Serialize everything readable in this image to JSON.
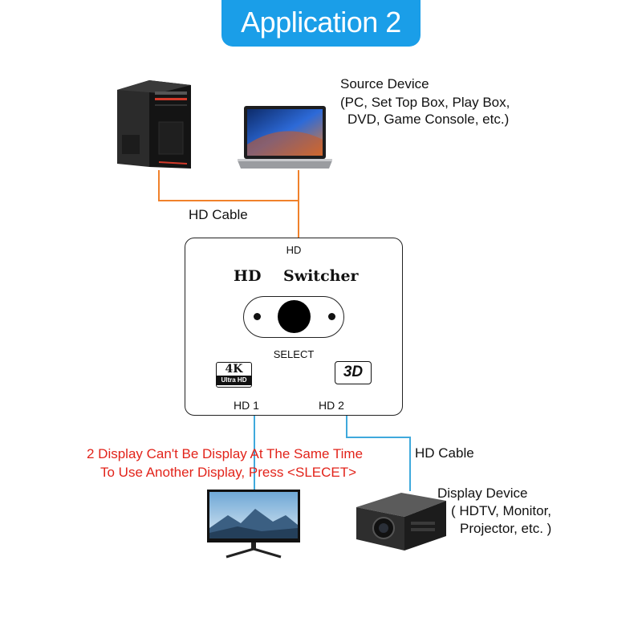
{
  "banner": {
    "title": "Application 2"
  },
  "source": {
    "title": "Source Device",
    "line1": "(PC, Set Top Box, Play Box,",
    "line2": "DVD, Game Console, etc.)",
    "devices": [
      "pc-tower-icon",
      "laptop-icon"
    ]
  },
  "cables": {
    "input_label": "HD  Cable",
    "output_label": "HD  Cable",
    "input_color": "#f0812b",
    "output_color": "#3fa9dc"
  },
  "switcher": {
    "top_label": "HD",
    "brand": "HD",
    "product": "Switcher",
    "select_label": "SELECT",
    "badge_4k": "4K",
    "badge_ultra": "Ultra HD",
    "badge_3d": "3D",
    "port1": "HD    1",
    "port2": "HD    2"
  },
  "note": {
    "line1": "2 Display Can't Be Display At The Same Time",
    "line2": "To Use Another Display, Press <SLECET>",
    "color": "#e2231a"
  },
  "display": {
    "title": "Display Device",
    "line1": "( HDTV, Monitor,",
    "line2": "Projector, etc. )",
    "devices": [
      "monitor-icon",
      "projector-icon"
    ]
  },
  "accent": {
    "banner": "#1a9ee8"
  }
}
